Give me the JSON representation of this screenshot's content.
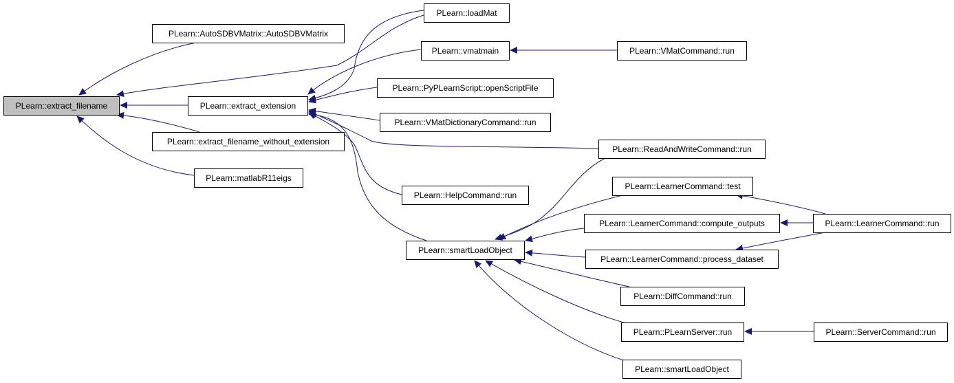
{
  "colors": {
    "edge": "#191970",
    "root_fill": "#bfbfbf",
    "node_fill": "#ffffff",
    "border": "#000000"
  },
  "graph": {
    "nodes": [
      {
        "id": "extract_filename",
        "label": "PLearn::extract_filename",
        "root": true
      },
      {
        "id": "autosdbv",
        "label": "PLearn::AutoSDBVMatrix::AutoSDBVMatrix"
      },
      {
        "id": "extract_extension",
        "label": "PLearn::extract_extension"
      },
      {
        "id": "extract_filename_wo_ext",
        "label": "PLearn::extract_filename_without_extension"
      },
      {
        "id": "matlabR11eigs",
        "label": "PLearn::matlabR11eigs"
      },
      {
        "id": "loadMat",
        "label": "PLearn::loadMat"
      },
      {
        "id": "vmatmain",
        "label": "PLearn::vmatmain"
      },
      {
        "id": "vmatcommand_run",
        "label": "PLearn::VMatCommand::run"
      },
      {
        "id": "openScriptFile",
        "label": "PLearn::PyPLearnScript::openScriptFile"
      },
      {
        "id": "vmatdict_run",
        "label": "PLearn::VMatDictionaryCommand::run"
      },
      {
        "id": "readwrite_run",
        "label": "PLearn::ReadAndWriteCommand::run"
      },
      {
        "id": "help_run",
        "label": "PLearn::HelpCommand::run"
      },
      {
        "id": "smartLoadObject",
        "label": "PLearn::smartLoadObject"
      },
      {
        "id": "learner_test",
        "label": "PLearn::LearnerCommand::test"
      },
      {
        "id": "learner_compute",
        "label": "PLearn::LearnerCommand::compute_outputs"
      },
      {
        "id": "learner_process",
        "label": "PLearn::LearnerCommand::process_dataset"
      },
      {
        "id": "learner_run",
        "label": "PLearn::LearnerCommand::run"
      },
      {
        "id": "diff_run",
        "label": "PLearn::DiffCommand::run"
      },
      {
        "id": "plearnserver_run",
        "label": "PLearn::PLearnServer::run"
      },
      {
        "id": "servercommand_run",
        "label": "PLearn::ServerCommand::run"
      },
      {
        "id": "smartLoadObject2",
        "label": "PLearn::smartLoadObject"
      }
    ],
    "edges": [
      {
        "from": "autosdbv",
        "to": "extract_filename"
      },
      {
        "from": "loadMat",
        "to": "extract_filename"
      },
      {
        "from": "extract_extension",
        "to": "extract_filename"
      },
      {
        "from": "extract_filename_wo_ext",
        "to": "extract_filename"
      },
      {
        "from": "matlabR11eigs",
        "to": "extract_filename"
      },
      {
        "from": "loadMat",
        "to": "extract_extension"
      },
      {
        "from": "vmatmain",
        "to": "extract_extension"
      },
      {
        "from": "openScriptFile",
        "to": "extract_extension"
      },
      {
        "from": "vmatdict_run",
        "to": "extract_extension"
      },
      {
        "from": "readwrite_run",
        "to": "extract_extension"
      },
      {
        "from": "help_run",
        "to": "extract_extension"
      },
      {
        "from": "smartLoadObject",
        "to": "extract_extension"
      },
      {
        "from": "vmatcommand_run",
        "to": "vmatmain"
      },
      {
        "from": "readwrite_run",
        "to": "smartLoadObject"
      },
      {
        "from": "learner_test",
        "to": "smartLoadObject"
      },
      {
        "from": "learner_compute",
        "to": "smartLoadObject"
      },
      {
        "from": "learner_process",
        "to": "smartLoadObject"
      },
      {
        "from": "diff_run",
        "to": "smartLoadObject"
      },
      {
        "from": "plearnserver_run",
        "to": "smartLoadObject"
      },
      {
        "from": "smartLoadObject2",
        "to": "smartLoadObject"
      },
      {
        "from": "learner_run",
        "to": "learner_test"
      },
      {
        "from": "learner_run",
        "to": "learner_compute"
      },
      {
        "from": "learner_run",
        "to": "learner_process"
      },
      {
        "from": "servercommand_run",
        "to": "plearnserver_run"
      }
    ]
  }
}
